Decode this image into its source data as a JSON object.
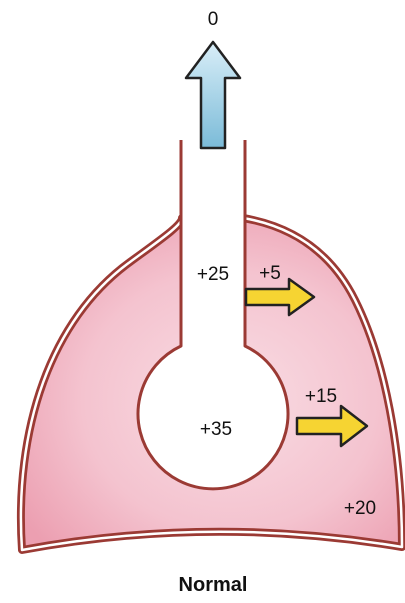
{
  "labels": {
    "top_pressure": "0",
    "airway_pressure": "+25",
    "airway_gradient": "+5",
    "alveolar_pressure": "+35",
    "alveolar_gradient": "+15",
    "pleural_pressure": "+20"
  },
  "caption": "Normal",
  "colors": {
    "outline": "#9b3a34",
    "lung_fill_inner": "#f9dde4",
    "lung_fill_outer": "#ec9fb1",
    "exhale_arrow_top": "#d9eef8",
    "exhale_arrow_bottom": "#7bbbd8",
    "pressure_arrow": "#f6d432",
    "arrow_stroke": "#222222"
  },
  "icons": {
    "exhale_arrow": "up-arrow-icon",
    "pressure_arrows": "right-arrow-icon"
  }
}
